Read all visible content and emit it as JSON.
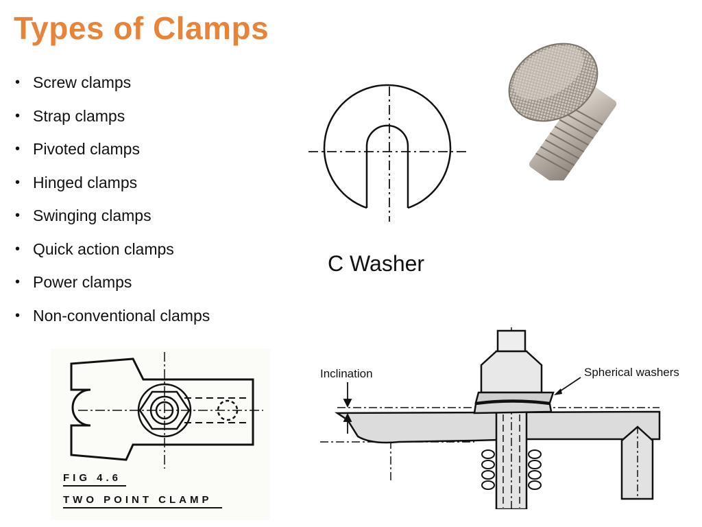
{
  "slide": {
    "title": "Types of Clamps",
    "bullets": [
      "Screw clamps",
      "Strap clamps",
      "Pivoted clamps",
      "Hinged clamps",
      "Swinging clamps",
      "Quick action clamps",
      "Power clamps",
      "Non-conventional clamps"
    ]
  },
  "figures": {
    "c_washer": {
      "caption": "C Washer"
    },
    "knurled_screw": {
      "icon": "knurled-thumb-screw-photo"
    },
    "two_point_clamp": {
      "fig_label": "FIG 4.6",
      "caption": "TWO POINT CLAMP"
    },
    "spherical_washer": {
      "label_inclination": "Inclination",
      "label_washers": "Spherical washers"
    }
  },
  "colors": {
    "title": "#e8833a",
    "text": "#111111"
  }
}
